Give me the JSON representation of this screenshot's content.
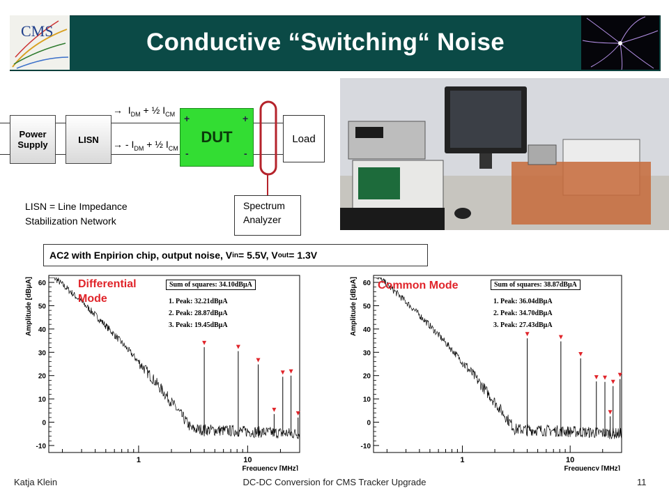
{
  "slide": {
    "title": "Conductive “Switching“ Noise",
    "footer_author": "Katja Klein",
    "footer_center": "DC-DC Conversion for CMS Tracker Upgrade",
    "footer_page": "11",
    "logo_text": "CMS"
  },
  "circuit": {
    "power_supply_line1": "Power",
    "power_supply_line2": "Supply",
    "lisn_label": "LISN",
    "dut_label": "DUT",
    "load_label": "Load",
    "plus": "+",
    "minus": "-",
    "arrow": "→",
    "top_current_prefix": "I",
    "top_current_sub1": "DM",
    "top_current_mid": " + ½ I",
    "top_current_sub2": "CM",
    "bottom_current_prefix": "- I",
    "bottom_current_sub1": "DM",
    "bottom_current_mid": " + ½ I",
    "bottom_current_sub2": "CM",
    "analyzer_line1": "Spectrum",
    "analyzer_line2": "Analyzer",
    "lisn_note_line1": "LISN = Line Impedance",
    "lisn_note_line2": "Stabilization Network"
  },
  "caption": {
    "part1": "AC2 with Enpirion chip,  output noise, V",
    "sub_in": "in",
    "part2": " = 5.5V, V",
    "sub_out": "out",
    "part3": " = 1.3V"
  },
  "chart_data": [
    {
      "type": "line",
      "mode_label_line1": "Differential",
      "mode_label_line2": "Mode",
      "ylabel": "Amplitude [dBμA]",
      "xlabel": "Frequency [MHz]",
      "xscale": "log",
      "xlim": [
        0.15,
        30
      ],
      "ylim": [
        -13,
        63
      ],
      "yticks": [
        "-10",
        "0",
        "10",
        "20",
        "30",
        "40",
        "50",
        "60"
      ],
      "xticks": [
        "1",
        "10"
      ],
      "stats_title": "Sum of squares: 34.10dBμA",
      "stats_lines": [
        "1. Peak: 32.21dBμA",
        "2. Peak: 28.87dBμA",
        "3. Peak: 19.45dBμA"
      ],
      "peaks": [
        {
          "x": 4.0,
          "y": 32.2
        },
        {
          "x": 8.2,
          "y": 30.5
        },
        {
          "x": 12.5,
          "y": 24.8
        },
        {
          "x": 17.5,
          "y": 3.5
        },
        {
          "x": 21.0,
          "y": 19.5
        },
        {
          "x": 25.0,
          "y": 20.0
        },
        {
          "x": 29.0,
          "y": 2.0
        }
      ]
    },
    {
      "type": "line",
      "mode_label_line1": "Common Mode",
      "mode_label_line2": "",
      "ylabel": "Amplitude [dBμA]",
      "xlabel": "Frequency [MHz]",
      "xscale": "log",
      "xlim": [
        0.15,
        30
      ],
      "ylim": [
        -13,
        63
      ],
      "yticks": [
        "-10",
        "0",
        "10",
        "20",
        "30",
        "40",
        "50",
        "60"
      ],
      "xticks": [
        "1",
        "10"
      ],
      "stats_title": "Sum of squares: 38.87dBμA",
      "stats_lines": [
        "1. Peak: 36.04dBμA",
        "2. Peak: 34.70dBμA",
        "3. Peak: 27.43dBμA"
      ],
      "peaks": [
        {
          "x": 4.0,
          "y": 36.0
        },
        {
          "x": 8.2,
          "y": 34.7
        },
        {
          "x": 12.5,
          "y": 27.4
        },
        {
          "x": 17.5,
          "y": 17.5
        },
        {
          "x": 21.0,
          "y": 17.3
        },
        {
          "x": 23.5,
          "y": 2.5
        },
        {
          "x": 25.0,
          "y": 15.5
        },
        {
          "x": 29.0,
          "y": 18.5
        }
      ]
    }
  ]
}
